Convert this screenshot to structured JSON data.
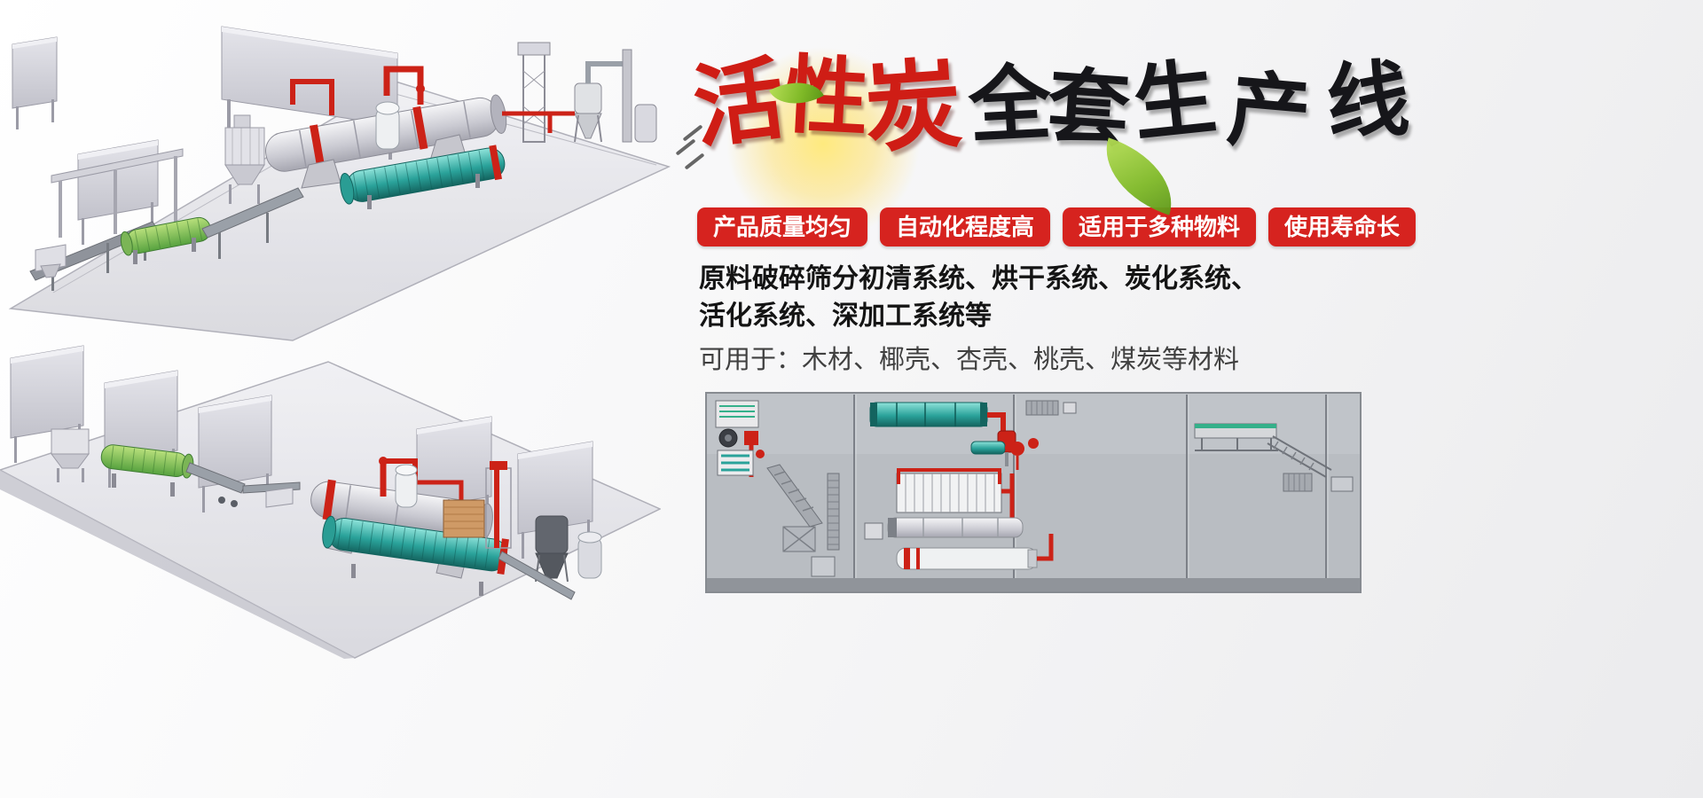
{
  "hero": {
    "title": {
      "red_chars": [
        "活",
        "性",
        "炭"
      ],
      "black_chars": [
        "全",
        "套",
        "生",
        "产",
        "线"
      ]
    },
    "badges": [
      "产品质量均匀",
      "自动化程度高",
      "适用于多种物料",
      "使用寿命长"
    ],
    "description": {
      "line1": "原料破碎筛分初清系统、烘干系统、炭化系统、",
      "line2": "活化系统、深加工系统等",
      "materials": "可用于：木材、椰壳、杏壳、桃壳、煤炭等材料"
    }
  },
  "illustrations": {
    "top_scene_label": "activated-carbon-production-line-3d-view-1",
    "bottom_scene_label": "activated-carbon-production-line-3d-view-2",
    "schematic_label": "production-line-top-view-schematic"
  },
  "colors": {
    "title_red": "#cf1d15",
    "badge_red": "#d6231f",
    "leaf_green": "#7fb927",
    "pipe_red": "#cc2217",
    "drum_teal": "#2aa29a",
    "text_dark": "#141414",
    "text_gray": "#404040",
    "schematic_bg": "#b9bdc2"
  }
}
